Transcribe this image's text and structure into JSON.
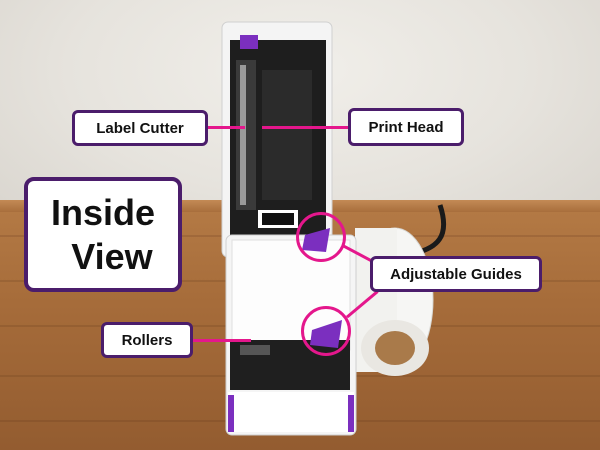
{
  "callouts": {
    "label_cutter": "Label Cutter",
    "print_head": "Print Head",
    "inside_view_line1": "Inside",
    "inside_view_line2": "View",
    "adjustable_guides": "Adjustable Guides",
    "rollers": "Rollers"
  },
  "colors": {
    "callout_border": "#4b1d6b",
    "pointer": "#e4178c",
    "guide_purple": "#7b2fbf"
  }
}
